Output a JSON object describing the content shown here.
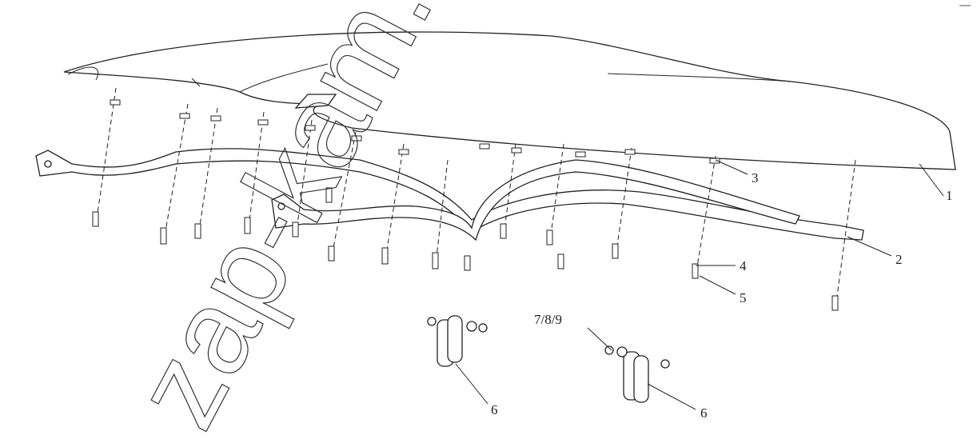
{
  "diagram": {
    "watermark": "zap-kam.ru",
    "labels": [
      {
        "id": "1",
        "text": "1"
      },
      {
        "id": "2",
        "text": "2"
      },
      {
        "id": "3",
        "text": "3"
      },
      {
        "id": "4",
        "text": "4"
      },
      {
        "id": "5",
        "text": "5"
      },
      {
        "id": "6a",
        "text": "6"
      },
      {
        "id": "6b",
        "text": "6"
      },
      {
        "id": "789",
        "text": "7/8/9"
      }
    ]
  }
}
